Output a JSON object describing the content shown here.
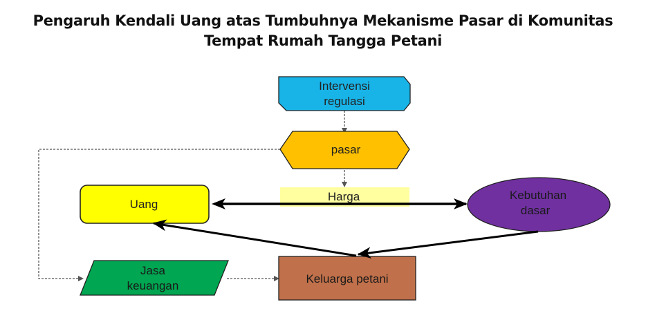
{
  "title": {
    "line1": "Pengaruh Kendali Uang atas Tumbuhnya Mekanisme Pasar di Komunitas",
    "line2": "Tempat Rumah Tangga Petani"
  },
  "nodes": {
    "intervensi": {
      "line1": "Intervensi",
      "line2": "regulasi",
      "color": "#18b4e8"
    },
    "pasar": {
      "label": "pasar",
      "color": "#ffc000"
    },
    "harga": {
      "label": "Harga",
      "color": "#ffffa0"
    },
    "uang": {
      "label": "Uang",
      "color": "#ffff00"
    },
    "kebutuhan": {
      "line1": "Kebutuhan",
      "line2": "dasar",
      "color": "#7030a0"
    },
    "jasa": {
      "line1": "Jasa",
      "line2": "keuangan",
      "color": "#00a651"
    },
    "keluarga": {
      "label": "Keluarga petani",
      "color": "#c0704a"
    }
  }
}
